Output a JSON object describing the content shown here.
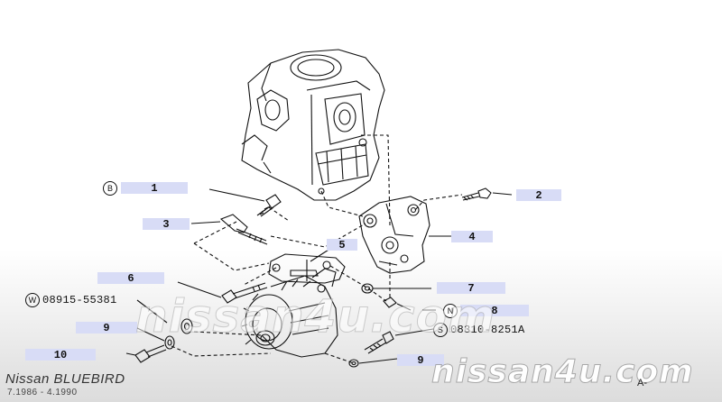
{
  "callouts": {
    "c1": "1",
    "c2": "2",
    "c3": "3",
    "c4": "4",
    "c5": "5",
    "c6": "6",
    "c7": "7",
    "c8": "8",
    "c9a": "9",
    "c9b": "9",
    "c10": "10"
  },
  "markers": {
    "b": "B",
    "n": "N"
  },
  "part_numbers": {
    "washer_ref": {
      "symbol": "W",
      "number": "08915-55381"
    },
    "screw_ref": {
      "symbol": "S",
      "number": "08310-8251A"
    }
  },
  "footer": {
    "model": "Nissan BLUEBIRD",
    "years": "7.1986 - 4.1990",
    "page_ref": "A-"
  },
  "watermark": {
    "center": "nissan4u.com",
    "corner": "nissan4u.com"
  }
}
